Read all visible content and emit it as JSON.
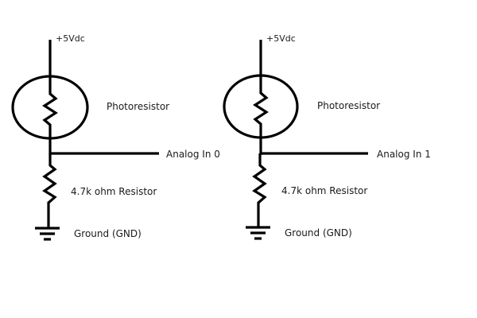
{
  "circuits": [
    {
      "supply_label": "+5Vdc",
      "photoresistor_label": "Photoresistor",
      "output_label": "Analog In 0",
      "resistor_label": "4.7k ohm Resistor",
      "ground_label": "Ground (GND)"
    },
    {
      "supply_label": "+5Vdc",
      "photoresistor_label": "Photoresistor",
      "output_label": "Analog In 1",
      "resistor_label": "4.7k ohm Resistor",
      "ground_label": "Ground (GND)"
    }
  ],
  "colors": {
    "line": "#000000",
    "background": "#ffffff"
  }
}
